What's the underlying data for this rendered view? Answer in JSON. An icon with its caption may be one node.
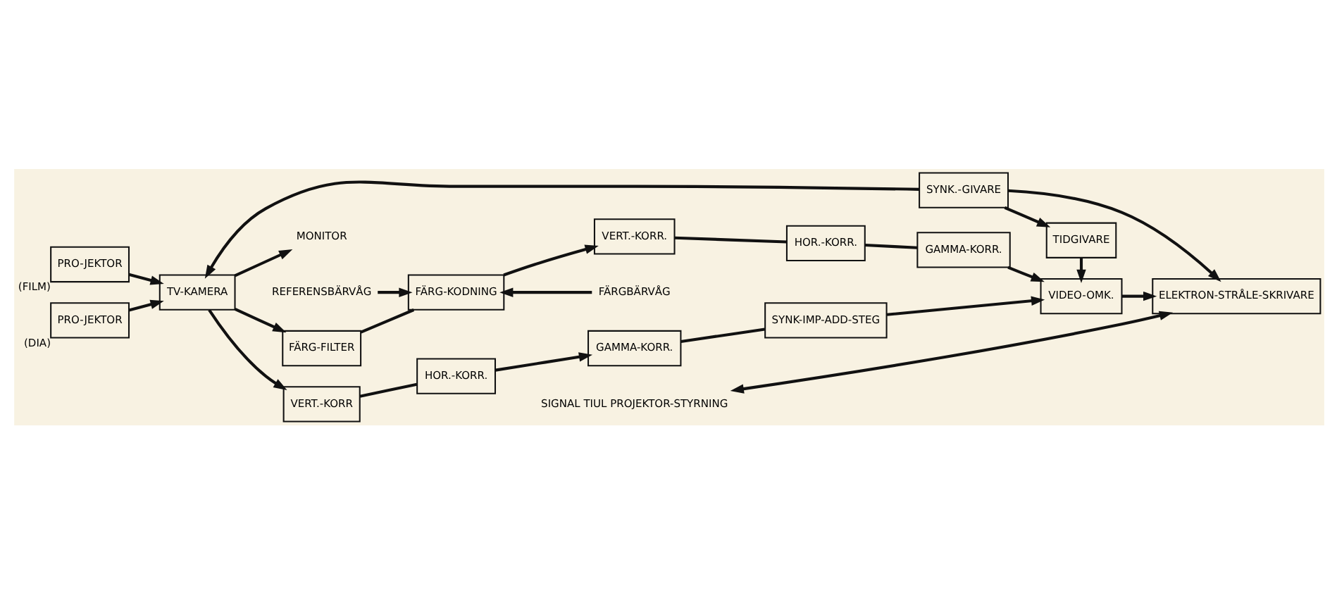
{
  "diagram": {
    "nodes": [
      {
        "text": [
          "PRO-JEKTOR"
        ],
        "beside": [
          "(FILM)"
        ]
      },
      {
        "text": [
          "PRO-JEKTOR"
        ],
        "beside": [
          "(DIA)"
        ]
      },
      {
        "text": [
          "TV-KAMERA"
        ]
      },
      {
        "text": [
          "MONITOR"
        ]
      },
      {
        "text": [
          "FÄRG-FILTER"
        ]
      },
      {
        "text": [
          "FÄRG-KODNING"
        ]
      },
      {
        "text": [
          "VERT.-KORR."
        ]
      },
      {
        "text": [
          "HOR.-KORR."
        ]
      },
      {
        "text": [
          "GAMMA-KORR."
        ]
      },
      {
        "text": [
          "VERT.-KORR"
        ]
      },
      {
        "text": [
          "HOR.-KORR."
        ]
      },
      {
        "text": [
          "GAMMA-KORR."
        ]
      },
      {
        "text": [
          "SYNK-IMP-ADD-STEG"
        ]
      },
      {
        "text": [
          "VIDEO-OMK."
        ]
      },
      {
        "text": [
          "ELEKTRON-STRÅLE-SKRIVARE"
        ]
      },
      {
        "text": [
          "SIGNAL TIUL PROJEKTOR-STYRNING"
        ]
      },
      {
        "text": [
          "TIDGIVARE"
        ]
      },
      {
        "text": [
          "SYNK.-GIVARE"
        ]
      },
      {
        "text": [
          "REFERENSBÄRVÅG"
        ]
      },
      {
        "text": [
          "FÄRGBÄRVÅG"
        ]
      }
    ],
    "edges": [
      {
        "from": 0,
        "to": 2,
        "arrow": "to"
      },
      {
        "from": 1,
        "to": 2,
        "arrow": "to"
      },
      {
        "from": 2,
        "to": 4,
        "arrow": "to"
      },
      {
        "from": 2,
        "to": 9,
        "arrow": "to"
      },
      {
        "from": 2,
        "to": 3,
        "arrow": "to"
      },
      {
        "from": 4,
        "to": 5,
        "arrow": "none"
      },
      {
        "from": 5,
        "to": 6,
        "arrow": "to"
      },
      {
        "from": 6,
        "to": 7,
        "arrow": "none"
      },
      {
        "from": 7,
        "to": 8,
        "arrow": "none"
      },
      {
        "from": 8,
        "to": 13,
        "arrow": "to"
      },
      {
        "from": 9,
        "to": 10,
        "arrow": "none"
      },
      {
        "from": 10,
        "to": 11,
        "arrow": "to"
      },
      {
        "from": 11,
        "to": 12,
        "arrow": "none"
      },
      {
        "from": 12,
        "to": 13,
        "arrow": "to"
      },
      {
        "from": 13,
        "to": 14,
        "arrow": "to"
      },
      {
        "from": 18,
        "to": 5,
        "arrow": "to"
      },
      {
        "from": 19,
        "to": 5,
        "arrow": "to"
      },
      {
        "from": 15,
        "to": 14,
        "arrow": "both"
      },
      {
        "from": 17,
        "to": 16,
        "arrow": "to"
      },
      {
        "from": 16,
        "to": 13,
        "arrow": "to"
      },
      {
        "from": 17,
        "to": 14,
        "arrow": "to"
      },
      {
        "from": 17,
        "to": 2,
        "arrow": "to"
      }
    ]
  }
}
